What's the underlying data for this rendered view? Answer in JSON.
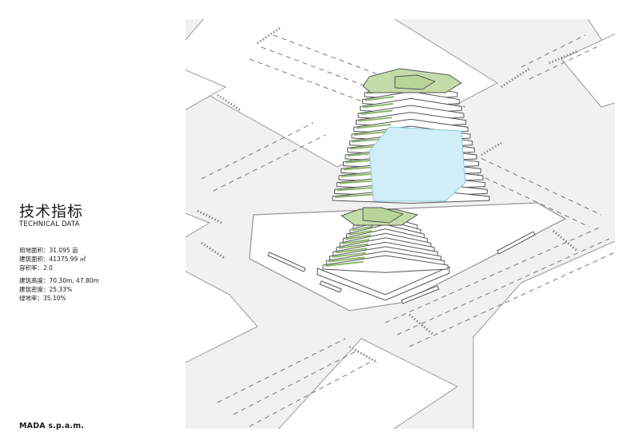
{
  "title": {
    "cn": "技术指标",
    "en": "TECHNICAL DATA"
  },
  "specs": {
    "site_area": "用地面积：31.095 亩",
    "floor_area": "建筑面积：41375.99 ㎡",
    "far": "容积率：2.0",
    "height": "建筑高度：70.30m, 47.80m",
    "coverage": "建筑密度：25.33%",
    "green": "绿地率：35.10%"
  },
  "firm": "MADA s.p.a.m.",
  "colors": {
    "road": "#e6e6e6",
    "block": "#ffffff",
    "roof_green": "#c5dca9",
    "glass": "#cfeef7",
    "outline": "#555555"
  }
}
